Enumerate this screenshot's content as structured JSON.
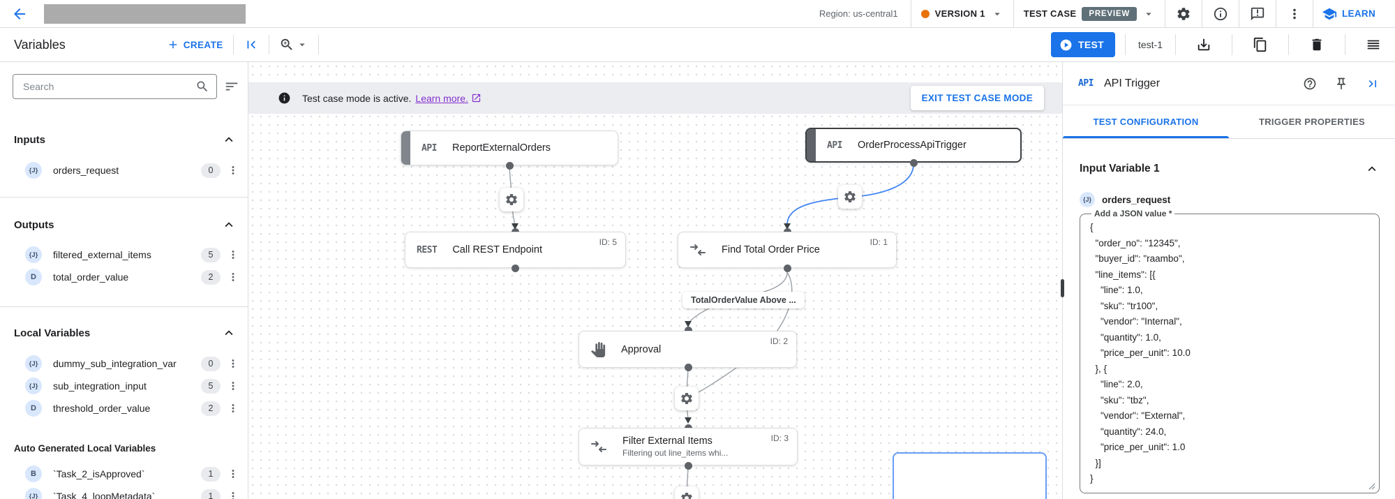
{
  "topbar": {
    "region": "Region: us-central1",
    "version": "VERSION 1",
    "test_case": "TEST CASE",
    "preview": "PREVIEW",
    "learn": "LEARN"
  },
  "toolbar": {
    "title": "Variables",
    "create": "CREATE",
    "test": "TEST",
    "test_name": "test-1"
  },
  "sidebar": {
    "search_placeholder": "Search",
    "inputs": {
      "title": "Inputs",
      "rows": [
        {
          "glyph": "{J}",
          "name": "orders_request",
          "count": "0"
        }
      ]
    },
    "outputs": {
      "title": "Outputs",
      "rows": [
        {
          "glyph": "{J}",
          "name": "filtered_external_items",
          "count": "5"
        },
        {
          "glyph": "D",
          "name": "total_order_value",
          "count": "2"
        }
      ]
    },
    "locals": {
      "title": "Local Variables",
      "rows": [
        {
          "glyph": "{J}",
          "name": "dummy_sub_integration_var",
          "count": "0"
        },
        {
          "glyph": "{J}",
          "name": "sub_integration_input",
          "count": "5"
        },
        {
          "glyph": "D",
          "name": "threshold_order_value",
          "count": "2"
        }
      ]
    },
    "auto": {
      "title": "Auto Generated Local Variables",
      "rows": [
        {
          "glyph": "B",
          "name": "`Task_2_isApproved`",
          "count": "1"
        },
        {
          "glyph": "{J}",
          "name": "`Task_4_loopMetadata`",
          "count": "1"
        }
      ]
    }
  },
  "canvas": {
    "banner": {
      "text": "Test case mode is active.",
      "link": "Learn more.",
      "exit": "EXIT TEST CASE MODE"
    },
    "nodes": {
      "report": {
        "kind": "API",
        "title": "ReportExternalOrders"
      },
      "order_trigger": {
        "kind": "API",
        "title": "OrderProcessApiTrigger"
      },
      "rest": {
        "kind": "REST",
        "title": "Call REST Endpoint",
        "id": "ID: 5"
      },
      "find_total": {
        "title": "Find Total Order Price",
        "id": "ID: 1"
      },
      "approval": {
        "title": "Approval",
        "id": "ID: 2"
      },
      "filter": {
        "title": "Filter External Items",
        "subtitle": "Filtering out line_items whi...",
        "id": "ID: 3"
      }
    },
    "edge_label": "TotalOrderValue Above ..."
  },
  "panel": {
    "chip": "API",
    "title": "API Trigger",
    "tab_active": "TEST CONFIGURATION",
    "tab_inactive": "TRIGGER PROPERTIES",
    "section": "Input Variable 1",
    "var_glyph": "{J}",
    "var_name": "orders_request",
    "field_label": "Add a JSON value *",
    "json_value": "{\n  \"order_no\": \"12345\",\n  \"buyer_id\": \"raambo\",\n  \"line_items\": [{\n    \"line\": 1.0,\n    \"sku\": \"tr100\",\n    \"vendor\": \"Internal\",\n    \"quantity\": 1.0,\n    \"price_per_unit\": 10.0\n  }, {\n    \"line\": 2.0,\n    \"sku\": \"tbz\",\n    \"vendor\": \"External\",\n    \"quantity\": 24.0,\n    \"price_per_unit\": 1.0\n  }]\n}"
  }
}
